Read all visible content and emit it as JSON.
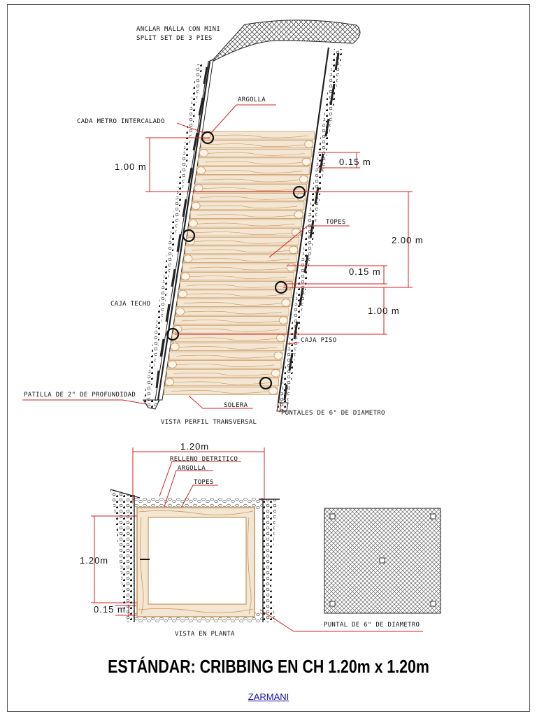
{
  "profile_view": {
    "label_anchor": "ANCLAR MALLA CON MINI",
    "label_split_set": "SPLIT SET DE 3 PIES",
    "label_argolla": "ARGOLLA",
    "label_cada_metro": "CADA METRO INTERCALADO",
    "dim_1m_top": "1.00 m",
    "dim_015_top": "0.15 m",
    "label_topes": "TOPES",
    "dim_2m": "2.00 m",
    "dim_015_mid": "0.15 m",
    "label_caja_techo": "CAJA TECHO",
    "dim_1m_bottom": "1.00 m",
    "label_caja_piso": "CAJA PISO",
    "label_patilla": "PATILLA  DE 2\" DE PROFUNDIDAD",
    "label_solera": "SOLERA",
    "label_puntales": "PUNTALES DE 6\" DE DIAMETRO",
    "caption": "VISTA PERFIL TRANSVERSAL"
  },
  "plan_view": {
    "dim_width": "1.20m",
    "label_relleno": "RELLENO DETRITICO",
    "label_argolla": "ARGOLLA",
    "label_topes": "TOPES",
    "dim_height": "1.20m",
    "dim_015": "0.15 m",
    "caption": "VISTA EN PLANTA",
    "label_puntal": "PUNTAL DE 6\" DE DIAMETRO"
  },
  "title": "ESTÁNDAR: CRIBBING EN CH 1.20m x 1.20m",
  "footer_link": "ZARMANI",
  "colors": {
    "leader": "#d42020",
    "timber": "#c9955a",
    "timber_fill": "#f3e6d2",
    "rock": "#222222"
  }
}
